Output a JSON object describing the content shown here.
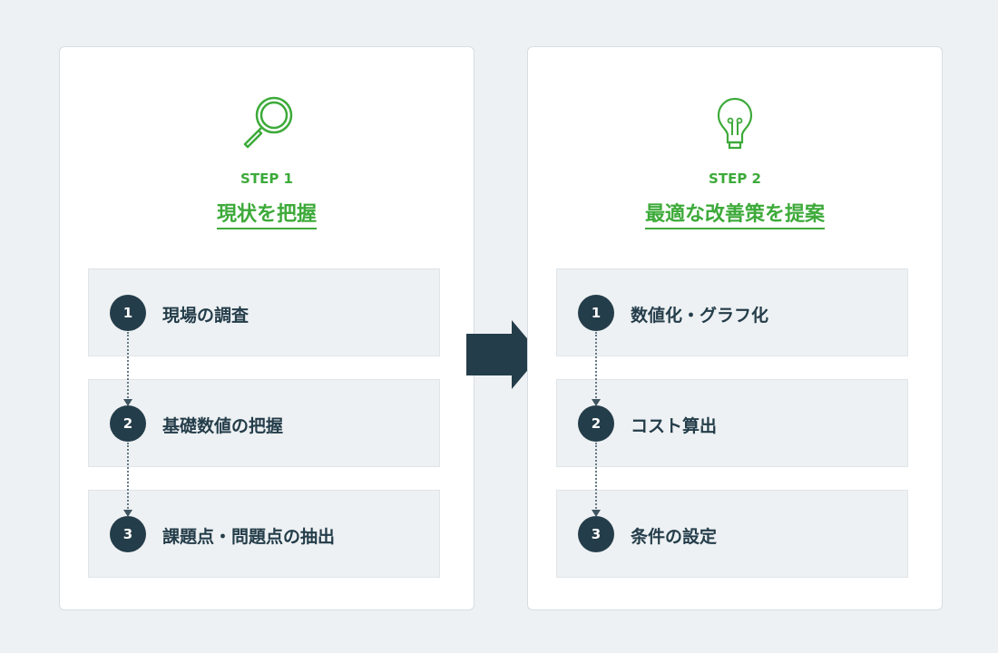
{
  "steps": [
    {
      "step": "STEP 1",
      "title": "現状を把握",
      "icon": "magnifier-icon",
      "items": [
        {
          "n": "1",
          "label": "現場の調査"
        },
        {
          "n": "2",
          "label": "基礎数値の把握"
        },
        {
          "n": "3",
          "label": "課題点・問題点の抽出"
        }
      ]
    },
    {
      "step": "STEP 2",
      "title": "最適な改善策を提案",
      "icon": "lightbulb-icon",
      "items": [
        {
          "n": "1",
          "label": "数値化・グラフ化"
        },
        {
          "n": "2",
          "label": "コスト算出"
        },
        {
          "n": "3",
          "label": "条件の設定"
        }
      ]
    }
  ],
  "colors": {
    "accent": "#3daa3a",
    "dark": "#243d4a"
  }
}
